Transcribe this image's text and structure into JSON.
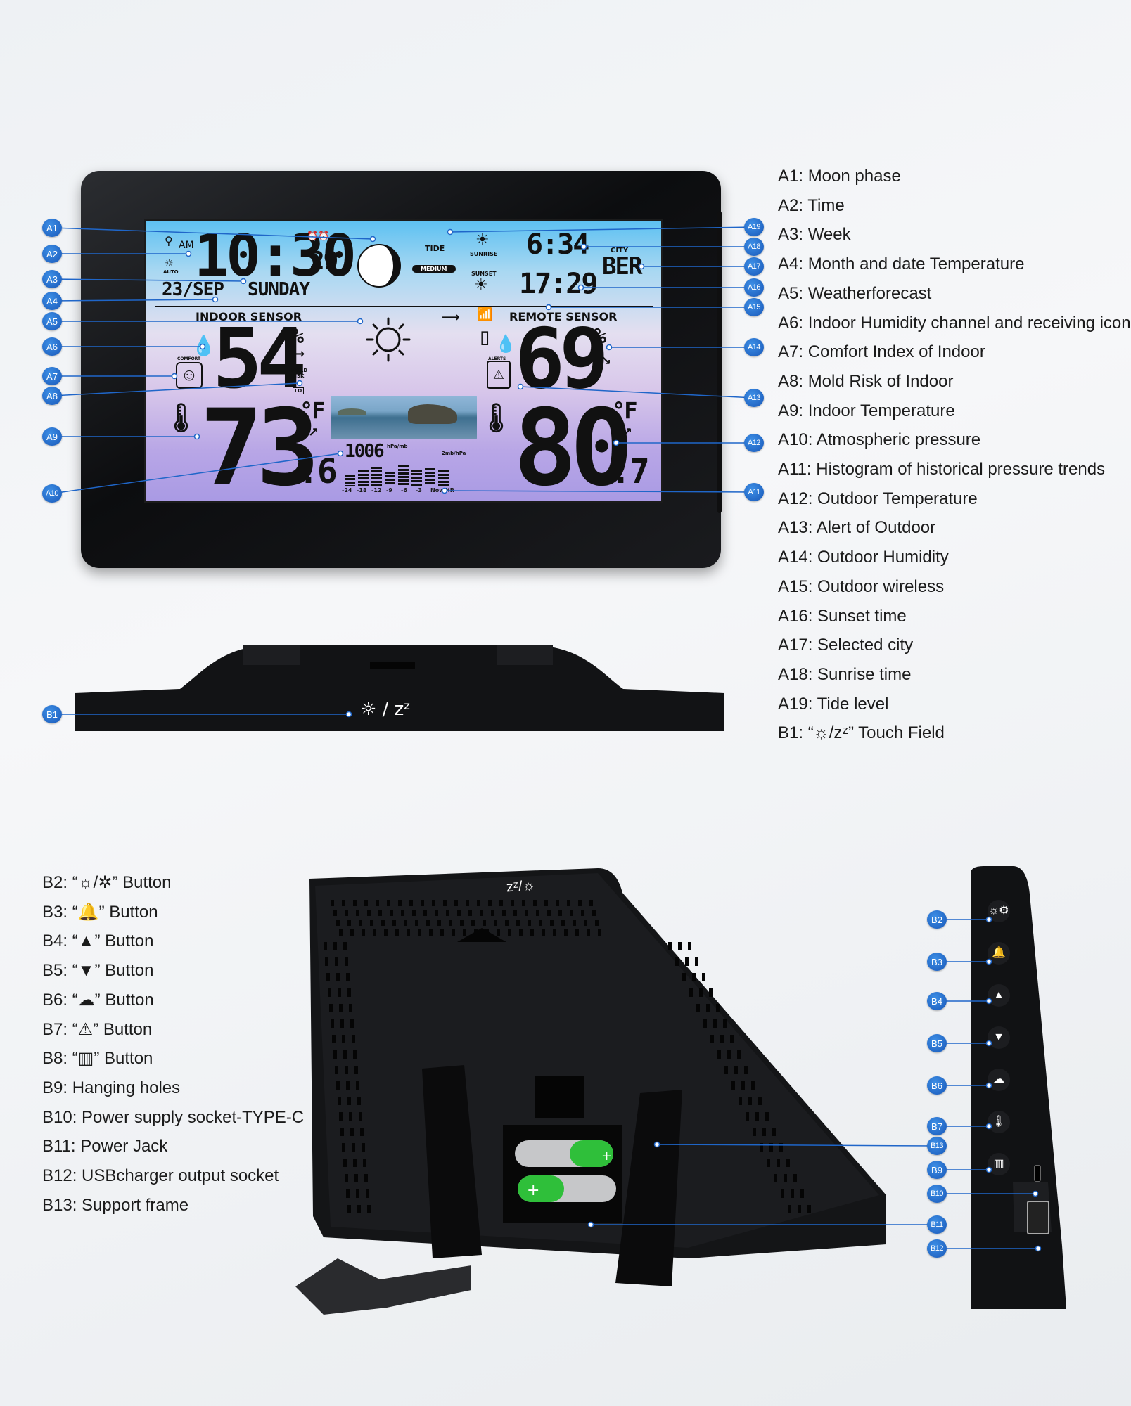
{
  "legend_a": [
    "A1: Moon phase",
    "A2: Time",
    "A3: Week",
    "A4: Month and date  Temperature",
    "A5: Weatherforecast",
    "A6: Indoor Humidity channel and receiving icon",
    "A7: Comfort Index of Indoor",
    "A8: Mold Risk of Indoor",
    "A9: Indoor Temperature",
    "A10: Atmospheric pressure",
    "A11: Histogram of historical pressure trends",
    "A12: Outdoor Temperature",
    "A13: Alert of Outdoor",
    "A14: Outdoor Humidity",
    "A15: Outdoor wireless",
    "A16: Sunset time",
    "A17: Selected city",
    "A18: Sunrise time",
    "A19: Tide level",
    "B1: “☼/zᶻ” Touch Field"
  ],
  "legend_b": [
    "B2: “☼/✲” Button",
    "B3: “🔔” Button",
    "B4: “▲” Button",
    "B5: “▼” Button",
    "B6: “☁” Button",
    "B7: “⚠” Button",
    "B8: “▥” Button",
    "B9: Hanging holes",
    "B10: Power supply socket-TYPE-C",
    "B11: Power Jack",
    "B12: USBcharger output socket",
    "B13: Support frame"
  ],
  "badges_a": [
    "A1",
    "A2",
    "A3",
    "A4",
    "A5",
    "A6",
    "A7",
    "A8",
    "A9",
    "A10",
    "A11",
    "A12",
    "A13",
    "A14",
    "A15",
    "A16",
    "A17",
    "A18",
    "A19",
    "B1"
  ],
  "badges_b": [
    "B2",
    "B3",
    "B4",
    "B5",
    "B6",
    "B7",
    "B13",
    "B9",
    "B10",
    "B11",
    "B12"
  ],
  "lcd": {
    "am": "AM",
    "time": "10:30",
    "seconds": "29",
    "date": "23/SEP",
    "weekday": "SUNDAY",
    "auto": "AUTO",
    "tide_label": "TIDE",
    "tide_level": "MEDIUM",
    "sunrise_label": "SUNRISE",
    "sunrise_time": "6:34",
    "sunset_label": "SUNSET",
    "sunset_time": "17:29",
    "city_label": "CITY",
    "city": "BER",
    "indoor_label": "INDOOR SENSOR",
    "remote_label": "REMOTE SENSOR",
    "indoor_humidity": "54",
    "outdoor_humidity": "69",
    "pct": "%",
    "comfort_label": "COMFORT",
    "mold_label": "MOLD RISK",
    "mold_level": "LO",
    "alerts_label": "ALERTS",
    "indoor_temp": "73",
    "indoor_temp_dec": ".6",
    "outdoor_temp": "80",
    "outdoor_temp_dec": ".7",
    "unit_f": "°F",
    "pressure": "1006",
    "pressure_unit": "hPa/mb",
    "pressure_scale": "2mb/hPa",
    "histogram_hours": [
      "-24",
      "-18",
      "-12",
      "-9",
      "-6",
      "-3",
      "Now",
      "HR"
    ],
    "histogram_levels": [
      0.45,
      0.6,
      0.75,
      0.55,
      0.8,
      0.65,
      0.7,
      0.6
    ]
  },
  "touch_field": "☼ / zᶻ",
  "back_label": "zᶻ/☼",
  "colors": {
    "accent": "#1f66c9",
    "device": "#111214",
    "battery_green": "#2fbf3a"
  }
}
